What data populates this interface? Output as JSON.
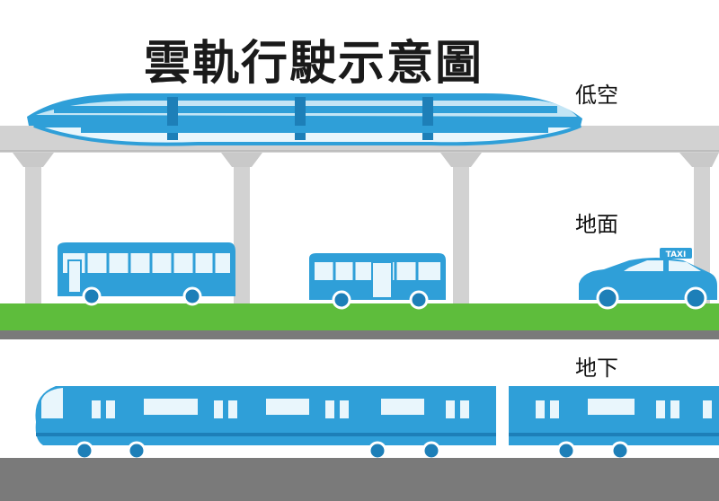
{
  "title": "雲軌行駛示意圖",
  "levels": {
    "low_altitude": "低空",
    "ground": "地面",
    "underground": "地下"
  },
  "taxi_sign": "TAXI",
  "colors": {
    "vehicle_blue": "#2f9fd8",
    "vehicle_dark": "#1d7fb8",
    "window": "#e9f6fc",
    "structure_grey": "#d2d2d2",
    "grass_green": "#5ebd3c",
    "road_grey": "#7a7a7a"
  }
}
